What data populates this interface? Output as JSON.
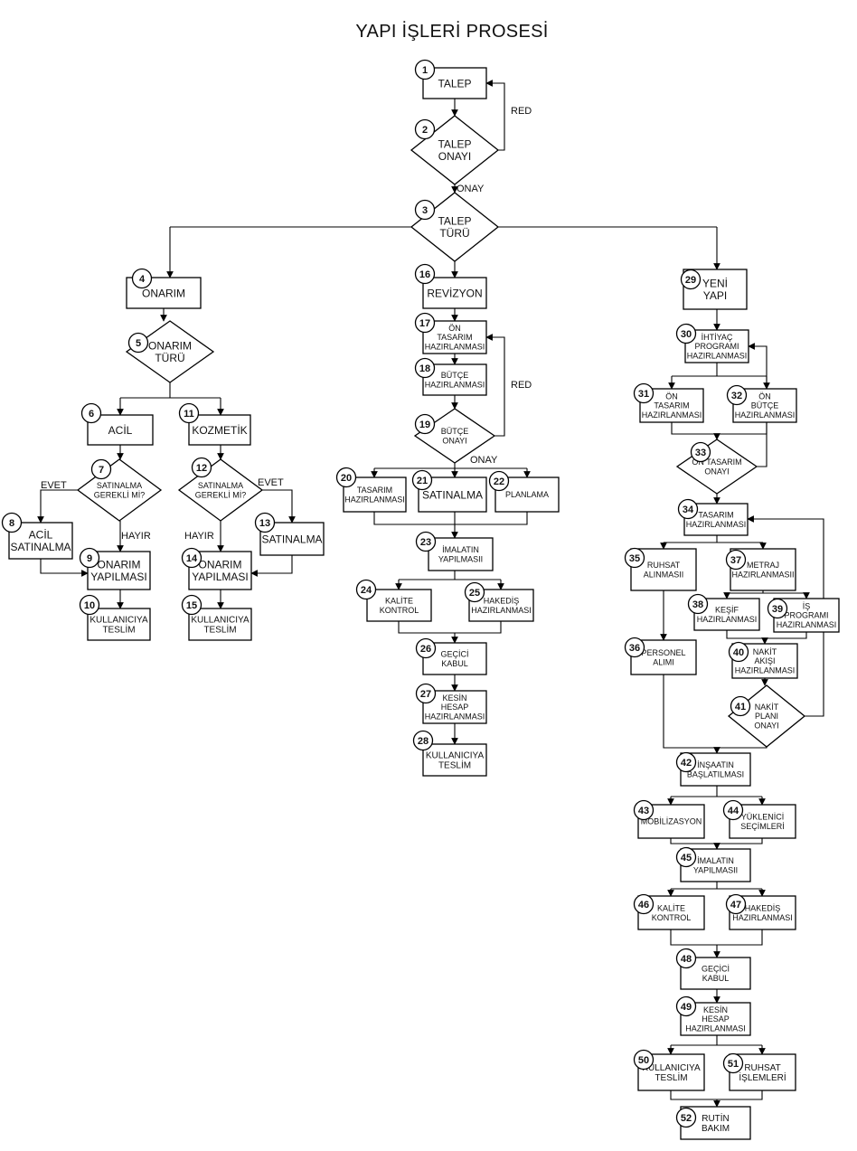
{
  "title": "YAPI İŞLERİ PROSESİ",
  "nodes": [
    {
      "id": "n1",
      "num": "1",
      "lines": [
        "TALEP"
      ]
    },
    {
      "id": "n2",
      "num": "2",
      "lines": [
        "TALEP",
        "ONAYI"
      ]
    },
    {
      "id": "n3",
      "num": "3",
      "lines": [
        "TALEP",
        "TÜRÜ"
      ]
    },
    {
      "id": "n4",
      "num": "4",
      "lines": [
        "ONARIM"
      ]
    },
    {
      "id": "n5",
      "num": "5",
      "lines": [
        "ONARIM",
        "TÜRÜ"
      ]
    },
    {
      "id": "n6",
      "num": "6",
      "lines": [
        "ACİL"
      ]
    },
    {
      "id": "n7",
      "num": "7",
      "lines": [
        "SATINALMA",
        "GEREKLİ Mİ?"
      ]
    },
    {
      "id": "n8",
      "num": "8",
      "lines": [
        "ACİL",
        "SATINALMA"
      ]
    },
    {
      "id": "n9",
      "num": "9",
      "lines": [
        "ONARIM",
        "YAPILMASI"
      ]
    },
    {
      "id": "n10",
      "num": "10",
      "lines": [
        "KULLANICIYA",
        "TESLİM"
      ]
    },
    {
      "id": "n11",
      "num": "11",
      "lines": [
        "KOZMETİK"
      ]
    },
    {
      "id": "n12",
      "num": "12",
      "lines": [
        "SATINALMA",
        "GEREKLİ Mİ?"
      ]
    },
    {
      "id": "n13",
      "num": "13",
      "lines": [
        "SATINALMA"
      ]
    },
    {
      "id": "n14",
      "num": "14",
      "lines": [
        "ONARIM",
        "YAPILMASI"
      ]
    },
    {
      "id": "n15",
      "num": "15",
      "lines": [
        "KULLANICIYA",
        "TESLİM"
      ]
    },
    {
      "id": "n16",
      "num": "16",
      "lines": [
        "REVİZYON"
      ]
    },
    {
      "id": "n17",
      "num": "17",
      "lines": [
        "ÖN",
        "TASARIM",
        "HAZIRLANMASI"
      ]
    },
    {
      "id": "n18",
      "num": "18",
      "lines": [
        "BÜTÇE",
        "HAZIRLANMASI"
      ]
    },
    {
      "id": "n19",
      "num": "19",
      "lines": [
        "BÜTÇE",
        "ONAYI"
      ]
    },
    {
      "id": "n20",
      "num": "20",
      "lines": [
        "TASARIM",
        "HAZIRLANMASI"
      ]
    },
    {
      "id": "n21",
      "num": "21",
      "lines": [
        "SATINALMA"
      ]
    },
    {
      "id": "n22",
      "num": "22",
      "lines": [
        "PLANLAMA"
      ]
    },
    {
      "id": "n23",
      "num": "23",
      "lines": [
        "İMALATIN",
        "YAPILMASII"
      ]
    },
    {
      "id": "n24",
      "num": "24",
      "lines": [
        "KALİTE",
        "KONTROL"
      ]
    },
    {
      "id": "n25",
      "num": "25",
      "lines": [
        "HAKEDİŞ",
        "HAZIRLANMASI"
      ]
    },
    {
      "id": "n26",
      "num": "26",
      "lines": [
        "GEÇİCİ",
        "KABUL"
      ]
    },
    {
      "id": "n27",
      "num": "27",
      "lines": [
        "KESİN",
        "HESAP",
        "HAZIRLANMASI"
      ]
    },
    {
      "id": "n28",
      "num": "28",
      "lines": [
        "KULLANICIYA",
        "TESLİM"
      ]
    },
    {
      "id": "n29",
      "num": "29",
      "lines": [
        "YENİ",
        "YAPI"
      ]
    },
    {
      "id": "n30",
      "num": "30",
      "lines": [
        "İHTİYAÇ",
        "PROGRAMI",
        "HAZIRLANMASI"
      ]
    },
    {
      "id": "n31",
      "num": "31",
      "lines": [
        "ÖN",
        "TASARIM",
        "HAZIRLANMASI"
      ]
    },
    {
      "id": "n32",
      "num": "32",
      "lines": [
        "ÖN",
        "BÜTÇE",
        "HAZIRLANMASI"
      ]
    },
    {
      "id": "n33",
      "num": "33",
      "lines": [
        "ÖN TASARIM",
        "ONAYI"
      ]
    },
    {
      "id": "n34",
      "num": "34",
      "lines": [
        "TASARIM",
        "HAZIRLANMASI"
      ]
    },
    {
      "id": "n35",
      "num": "35",
      "lines": [
        "RUHSAT",
        "ALINMASII"
      ]
    },
    {
      "id": "n36",
      "num": "36",
      "lines": [
        "PERSONEL",
        "ALIMI"
      ]
    },
    {
      "id": "n37",
      "num": "37",
      "lines": [
        "METRAJ",
        "HAZIRLANMASII"
      ]
    },
    {
      "id": "n38",
      "num": "38",
      "lines": [
        "KEŞİF",
        "HAZIRLANMASI"
      ]
    },
    {
      "id": "n39",
      "num": "39",
      "lines": [
        "İŞ",
        "PROGRAMI",
        "HAZIRLANMASI"
      ]
    },
    {
      "id": "n40",
      "num": "40",
      "lines": [
        "NAKİT",
        "AKIŞI",
        "HAZIRLANMASI"
      ]
    },
    {
      "id": "n41",
      "num": "41",
      "lines": [
        "NAKİT",
        "PLANI",
        "ONAYI"
      ]
    },
    {
      "id": "n42",
      "num": "42",
      "lines": [
        "İNŞAATIN",
        "BAŞLATILMASI"
      ]
    },
    {
      "id": "n43",
      "num": "43",
      "lines": [
        "MOBİLİZASYON"
      ]
    },
    {
      "id": "n44",
      "num": "44",
      "lines": [
        "YÜKLENİCİ",
        "SEÇİMLERİ"
      ]
    },
    {
      "id": "n45",
      "num": "45",
      "lines": [
        "İMALATIN",
        "YAPILMASII"
      ]
    },
    {
      "id": "n46",
      "num": "46",
      "lines": [
        "KALİTE",
        "KONTROL"
      ]
    },
    {
      "id": "n47",
      "num": "47",
      "lines": [
        "HAKEDİŞ",
        "HAZIRLANMASI"
      ]
    },
    {
      "id": "n48",
      "num": "48",
      "lines": [
        "GEÇİCİ",
        "KABUL"
      ]
    },
    {
      "id": "n49",
      "num": "49",
      "lines": [
        "KESİN",
        "HESAP",
        "HAZIRLANMASI"
      ]
    },
    {
      "id": "n50",
      "num": "50",
      "lines": [
        "KULLANICIYA",
        "TESLİM"
      ]
    },
    {
      "id": "n51",
      "num": "51",
      "lines": [
        "RUHSAT",
        "İŞLEMLERİ"
      ]
    },
    {
      "id": "n52",
      "num": "52",
      "lines": [
        "RUTİN",
        "BAKIM"
      ]
    }
  ],
  "edge_labels": [
    {
      "id": "red1",
      "text": "RED"
    },
    {
      "id": "onay1",
      "text": "ONAY"
    },
    {
      "id": "evet7",
      "text": "EVET"
    },
    {
      "id": "hayir7",
      "text": "HAYIR"
    },
    {
      "id": "hayir12",
      "text": "HAYIR"
    },
    {
      "id": "evet12",
      "text": "EVET"
    },
    {
      "id": "red19",
      "text": "RED"
    },
    {
      "id": "onay19",
      "text": "ONAY"
    }
  ]
}
